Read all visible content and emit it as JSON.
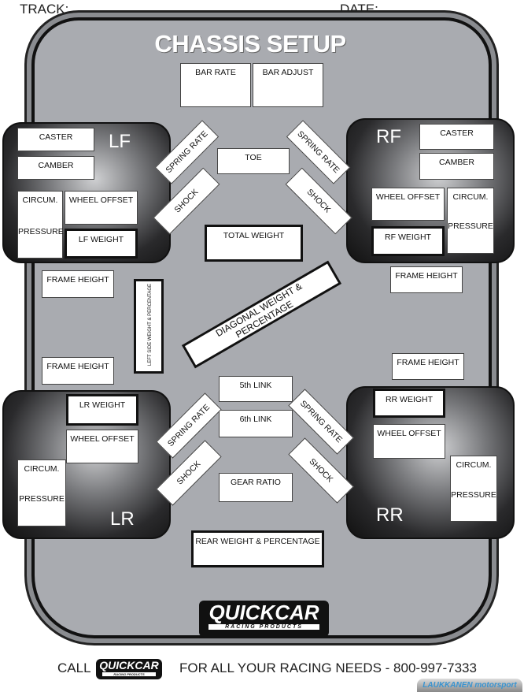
{
  "header": {
    "track_label": "TRACK:",
    "date_label": "DATE:"
  },
  "title": "CHASSIS SETUP",
  "front": {
    "bar_rate": "BAR RATE",
    "bar_adjust": "BAR ADJUST",
    "toe": "TOE",
    "total_weight": "TOTAL WEIGHT"
  },
  "lf": {
    "label": "LF",
    "caster": "CASTER",
    "camber": "CAMBER",
    "circum": "CIRCUM.",
    "pressure": "PRESSURE",
    "wheel_offset": "WHEEL OFFSET",
    "weight": "LF WEIGHT",
    "spring_rate": "SPRING RATE",
    "shock": "SHOCK"
  },
  "rf": {
    "label": "RF",
    "caster": "CASTER",
    "camber": "CAMBER",
    "circum": "CIRCUM.",
    "pressure": "PRESSURE",
    "wheel_offset": "WHEEL OFFSET",
    "weight": "RF WEIGHT",
    "spring_rate": "SPRING RATE",
    "shock": "SHOCK"
  },
  "lr": {
    "label": "LR",
    "circum": "CIRCUM.",
    "pressure": "PRESSURE",
    "wheel_offset": "WHEEL OFFSET",
    "weight": "LR WEIGHT",
    "spring_rate": "SPRING RATE",
    "shock": "SHOCK"
  },
  "rr": {
    "label": "RR",
    "circum": "CIRCUM.",
    "pressure": "PRESSURE",
    "wheel_offset": "WHEEL OFFSET",
    "weight": "RR WEIGHT",
    "spring_rate": "SPRING RATE",
    "shock": "SHOCK"
  },
  "middle": {
    "frame_height": "FRAME HEIGHT",
    "left_side": "LEFT SIDE WEIGHT & PERCENTAGE",
    "diagonal": "DIAGONAL WEIGHT & PERCENTAGE",
    "link5": "5th LINK",
    "link6": "6th LINK",
    "gear_ratio": "GEAR RATIO",
    "rear_weight": "REAR WEIGHT & PERCENTAGE"
  },
  "logo": {
    "brand": "QUICKCAR",
    "sub": "RACING PRODUCTS"
  },
  "footer": {
    "call": "CALL",
    "text": "FOR ALL YOUR RACING NEEDS - 800-997-7333",
    "watermark": "LAUKKANEN motorsport"
  }
}
